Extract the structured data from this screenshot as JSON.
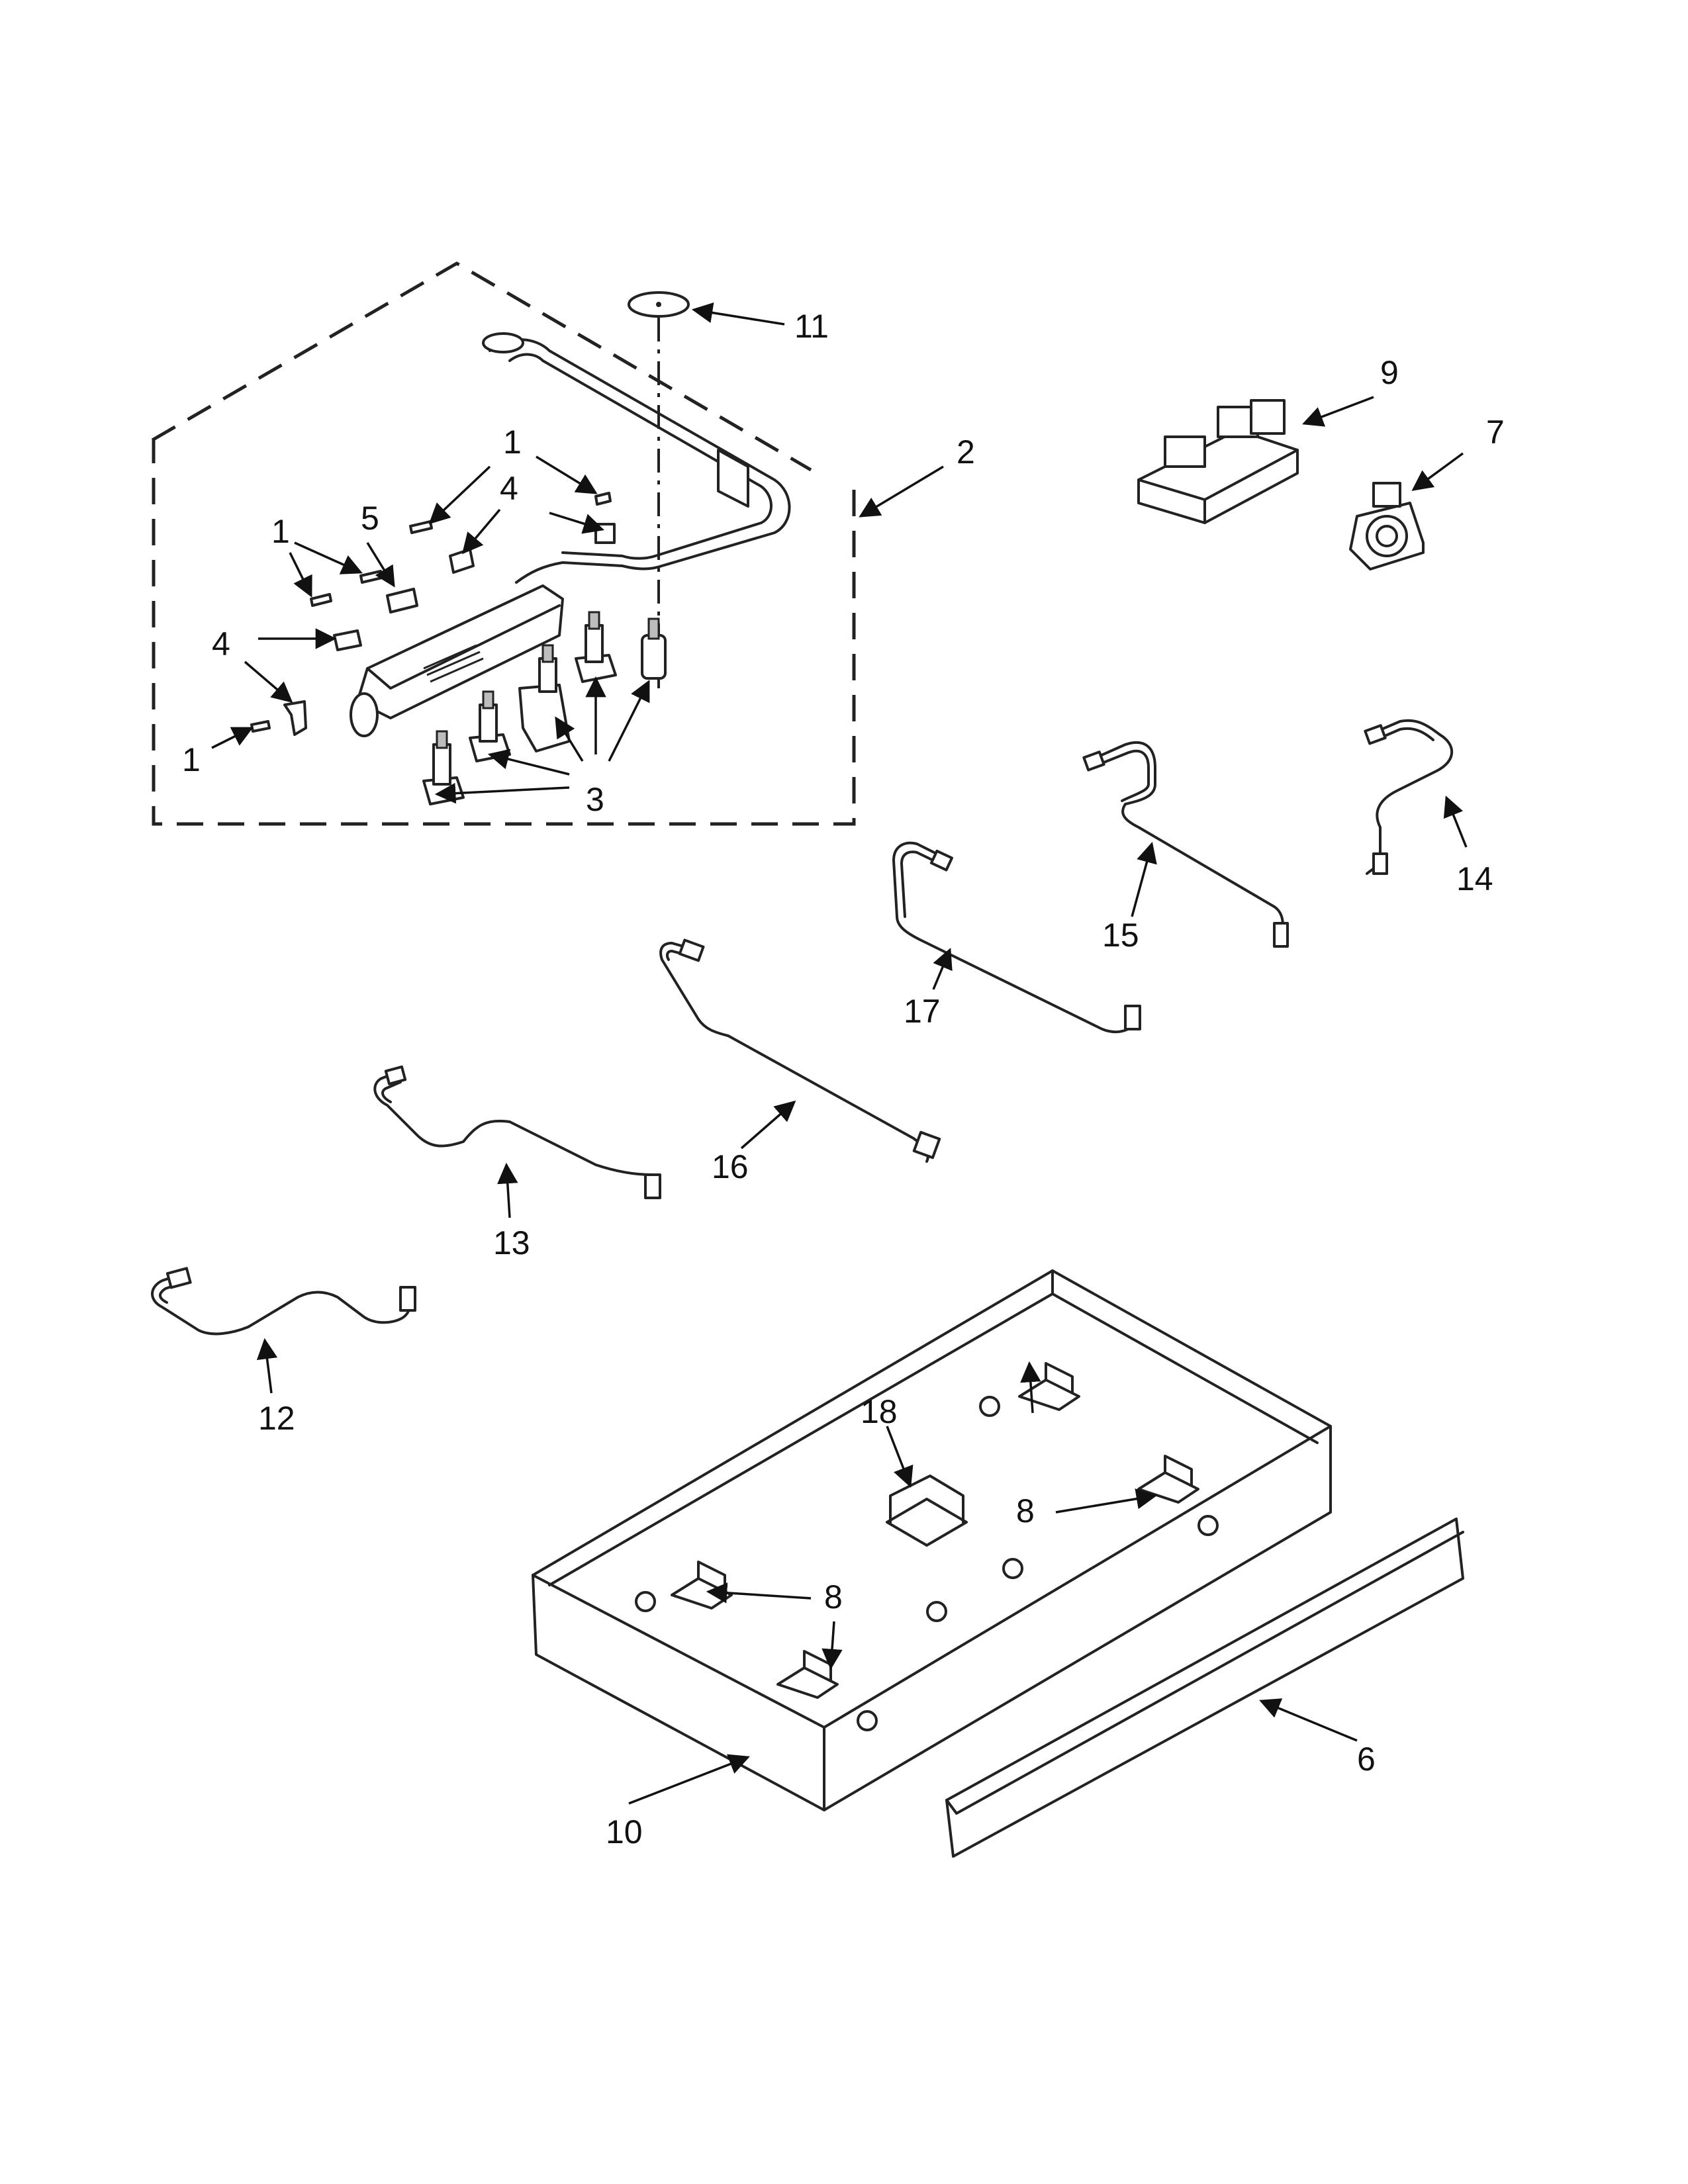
{
  "callouts": [
    {
      "id": "c11",
      "text": "11"
    },
    {
      "id": "c9",
      "text": "9"
    },
    {
      "id": "c7",
      "text": "7"
    },
    {
      "id": "c2",
      "text": "2"
    },
    {
      "id": "c1a",
      "text": "1"
    },
    {
      "id": "c4a",
      "text": "4"
    },
    {
      "id": "c5",
      "text": "5"
    },
    {
      "id": "c1b",
      "text": "1"
    },
    {
      "id": "c4b",
      "text": "4"
    },
    {
      "id": "c1c",
      "text": "1"
    },
    {
      "id": "c3",
      "text": "3"
    },
    {
      "id": "c15",
      "text": "15"
    },
    {
      "id": "c14",
      "text": "14"
    },
    {
      "id": "c17",
      "text": "17"
    },
    {
      "id": "c16",
      "text": "16"
    },
    {
      "id": "c13",
      "text": "13"
    },
    {
      "id": "c12",
      "text": "12"
    },
    {
      "id": "c18",
      "text": "18"
    },
    {
      "id": "c8a",
      "text": "8"
    },
    {
      "id": "c8b",
      "text": "8"
    },
    {
      "id": "c6",
      "text": "6"
    },
    {
      "id": "c10",
      "text": "10"
    }
  ]
}
